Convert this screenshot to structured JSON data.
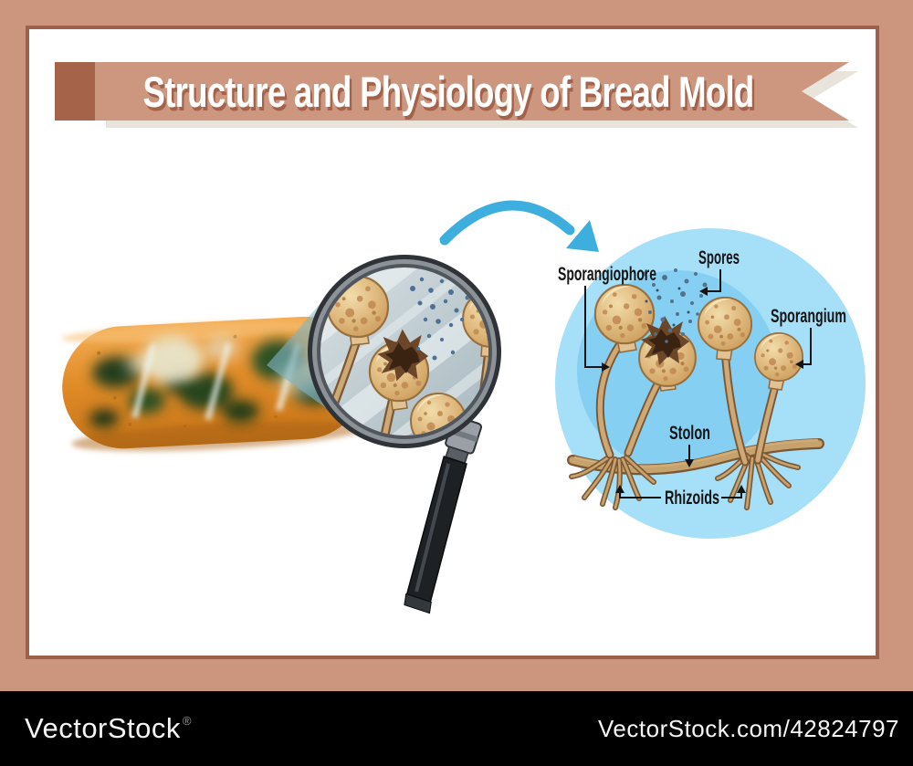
{
  "title": {
    "text": "Structure and Physiology of Bread Mold"
  },
  "diagram": {
    "labels": {
      "sporangiophore": "Sporangiophore",
      "spores": "Spores",
      "sporangium": "Sporangium",
      "stolon": "Stolon",
      "rhizoids": "Rhizoids"
    }
  },
  "watermark": {
    "brand": "VectorStock",
    "registered": "®",
    "url": "VectorStock.com/42824797"
  },
  "colors": {
    "frame_tan": "#CB957E",
    "frame_line": "#9D604A",
    "banner_ribbon": "#CC977E",
    "banner_tab": "#A5634A",
    "arrow_blue": "#3EAEDE",
    "circle_outer_blue": "#A6DFF8",
    "circle_inner_blue": "#85D0F2",
    "mold_tan": "#D9B27A",
    "bread_orange": "#E18C28",
    "watermark_bg": "#000000"
  }
}
